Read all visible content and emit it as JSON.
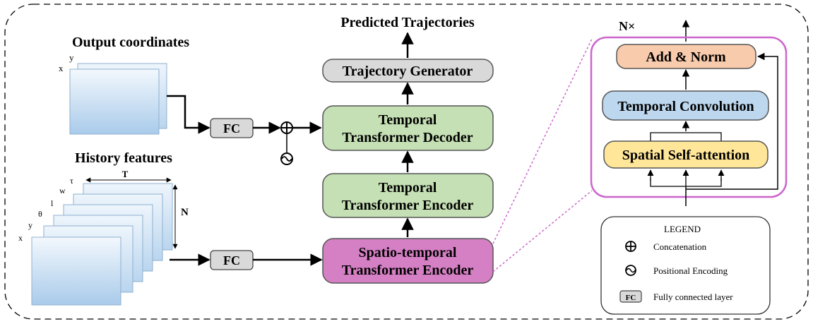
{
  "labels": {
    "output_coordinates": "Output coordinates",
    "history_features": "History features",
    "predicted_trajectories": "Predicted Trajectories",
    "n_times": "N×",
    "dim_T": "T",
    "dim_N": "N"
  },
  "output_axes": {
    "x": "x",
    "y": "y"
  },
  "history_axes": {
    "x": "x",
    "y": "y",
    "theta": "θ",
    "l": "l",
    "w": "w",
    "tau": "τ"
  },
  "fc_label": "FC",
  "blocks": {
    "trajectory_generator": {
      "label": "Trajectory Generator",
      "color": "#d9d9d9"
    },
    "temporal_decoder": {
      "line1": "Temporal",
      "line2": "Transformer Decoder",
      "color": "#c5e0b4"
    },
    "temporal_encoder": {
      "line1": "Temporal",
      "line2": "Transformer Encoder",
      "color": "#c5e0b4"
    },
    "spatiotemporal_encoder": {
      "line1": "Spatio-temporal",
      "line2": "Transformer Encoder",
      "color": "#d580c4"
    }
  },
  "detail": {
    "add_norm": {
      "label": "Add & Norm",
      "color": "#f8cbad"
    },
    "temporal_convolution": {
      "label": "Temporal Convolution",
      "color": "#bdd7ee"
    },
    "spatial_self_attention": {
      "label": "Spatial Self-attention",
      "color": "#ffe699"
    },
    "frame_color": "#cc66cc"
  },
  "legend": {
    "title": "LEGEND",
    "concatenation": "Concatenation",
    "positional_encoding": "Positional Encoding",
    "fc_label": "FC",
    "fully_connected": "Fully connected layer"
  }
}
